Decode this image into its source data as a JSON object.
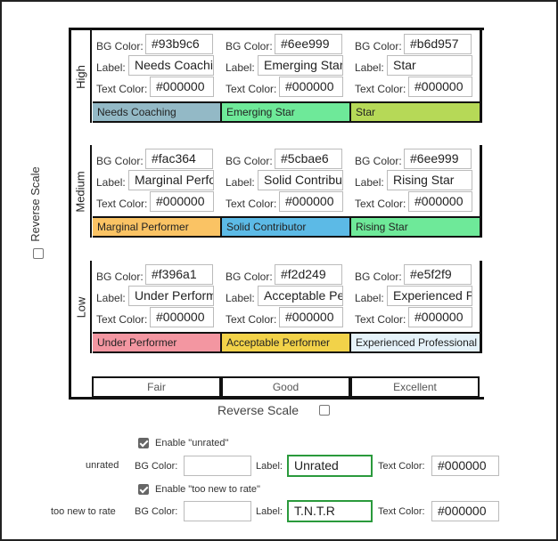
{
  "reverse_scale_label": "Reverse Scale",
  "rows": [
    {
      "name": "High",
      "cells": [
        {
          "bg_label": "BG Color:",
          "bg": "#93b9c6",
          "label_label": "Label:",
          "label": "Needs Coaching",
          "text_label": "Text Color:",
          "text_color": "#000000",
          "swatch_color": "#93b9c6"
        },
        {
          "bg_label": "BG Color:",
          "bg": "#6ee999",
          "label_label": "Label:",
          "label": "Emerging Star",
          "text_label": "Text Color:",
          "text_color": "#000000",
          "swatch_color": "#6ee999"
        },
        {
          "bg_label": "BG Color:",
          "bg": "#b6d957",
          "label_label": "Label:",
          "label": "Star",
          "text_label": "Text Color:",
          "text_color": "#000000",
          "swatch_color": "#b6d957"
        }
      ]
    },
    {
      "name": "Medium",
      "cells": [
        {
          "bg_label": "BG Color:",
          "bg": "#fac364",
          "label_label": "Label:",
          "label": "Marginal Performer",
          "text_label": "Text Color:",
          "text_color": "#000000",
          "swatch_color": "#fac364"
        },
        {
          "bg_label": "BG Color:",
          "bg": "#5cbae6",
          "label_label": "Label:",
          "label": "Solid Contributor",
          "text_label": "Text Color:",
          "text_color": "#000000",
          "swatch_color": "#5cbae6"
        },
        {
          "bg_label": "BG Color:",
          "bg": "#6ee999",
          "label_label": "Label:",
          "label": "Rising Star",
          "text_label": "Text Color:",
          "text_color": "#000000",
          "swatch_color": "#6ee999"
        }
      ]
    },
    {
      "name": "Low",
      "cells": [
        {
          "bg_label": "BG Color:",
          "bg": "#f396a1",
          "label_label": "Label:",
          "label": "Under Performer",
          "text_label": "Text Color:",
          "text_color": "#000000",
          "swatch_color": "#f396a1"
        },
        {
          "bg_label": "BG Color:",
          "bg": "#f2d249",
          "label_label": "Label:",
          "label": "Acceptable Performer",
          "text_label": "Text Color:",
          "text_color": "#000000",
          "swatch_color": "#f2d249"
        },
        {
          "bg_label": "BG Color:",
          "bg": "#e5f2f9",
          "label_label": "Label:",
          "label": "Experienced Professional",
          "text_label": "Text Color:",
          "text_color": "#000000",
          "swatch_color": "#e5f2f9"
        }
      ]
    }
  ],
  "columns": [
    "Fair",
    "Good",
    "Excellent"
  ],
  "unrated": {
    "enable_label": "Enable \"unrated\"",
    "row_label": "unrated",
    "bg_label": "BG Color:",
    "bg": "",
    "label_label": "Label:",
    "label": "Unrated",
    "text_label": "Text Color:",
    "text_color": "#000000"
  },
  "tntr": {
    "enable_label": "Enable \"too new to rate\"",
    "row_label": "too new to rate",
    "bg_label": "BG Color:",
    "bg": "",
    "label_label": "Label:",
    "label": "T.N.T.R",
    "text_label": "Text Color:",
    "text_color": "#000000"
  }
}
